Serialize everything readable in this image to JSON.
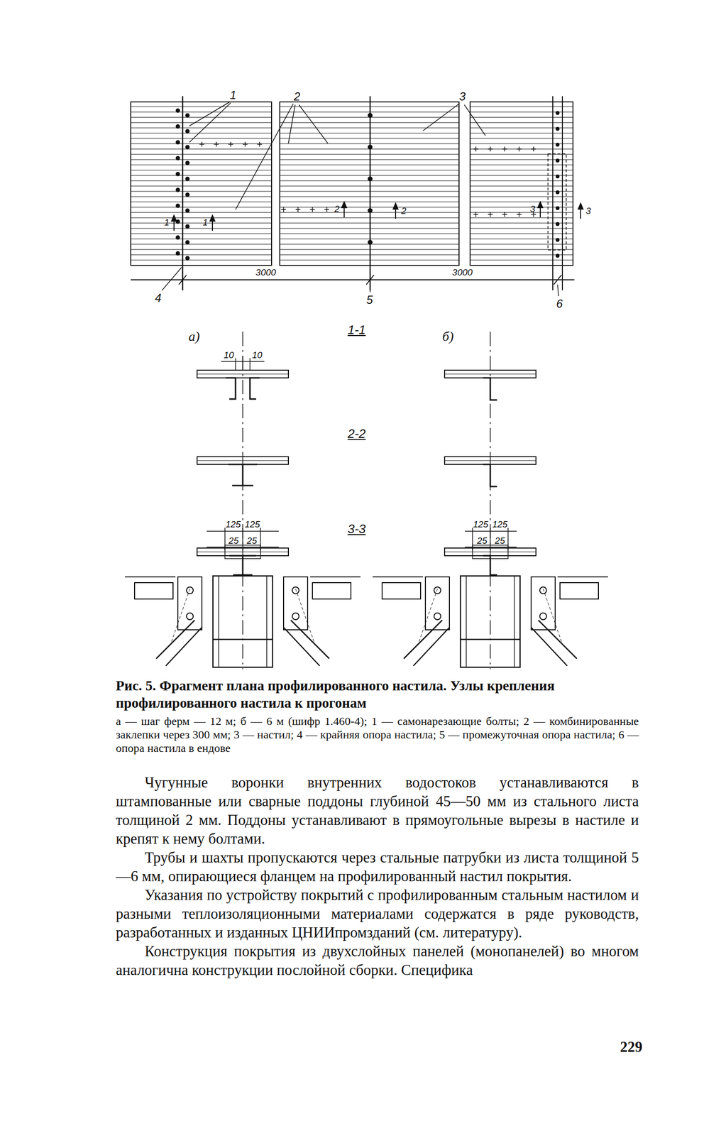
{
  "diagram": {
    "caption": "Рис. 5. Фрагмент плана профилированного настила. Узлы крепления профилированного настила к прогонам",
    "labels": [
      "1",
      "2",
      "3",
      "4",
      "5",
      "6",
      "3000",
      "3000",
      "1",
      "1",
      "2",
      "2",
      "3",
      "3",
      "а)",
      "1-1",
      "б)",
      "10",
      "10",
      "2-2",
      "3-3",
      "125",
      "125",
      "25",
      "25",
      "125",
      "125",
      "25",
      "25",
      "а — шаг ферм — 12 м; б — 6 м (шифр 1.460-4); 1 — самонарезающие болты; 2 — комбинированные заклепки через 300 мм; 3 — настил; 4 — крайняя опора настила; 5 — промежуточная опора настила; 6 — опора настила в ендове",
      "Чугунные воронки внутренних водостоков устанавливаются в штампованные или сварные поддоны глубиной 45—50 мм из стального листа толщиной 2 мм. Поддоны устанавливают в прямоугольные вырезы в настиле и крепят к нему болтами.",
      "Трубы и шахты пропускаются через стальные патрубки из листа толщиной 5—6 мм, опирающиеся фланцем на профилированный настил покрытия.",
      "Указания по устройству покрытий с профилированным стальным настилом и разными теплоизоляционными материалами содержатся в ряде руководств, разработанных и изданных ЦНИИпромзданий (см. литературу).",
      "Конструкция покрытия из двухслойных панелей (монопанелей) во многом аналогична конструкции послойной сборки. Специфика",
      "229"
    ]
  }
}
